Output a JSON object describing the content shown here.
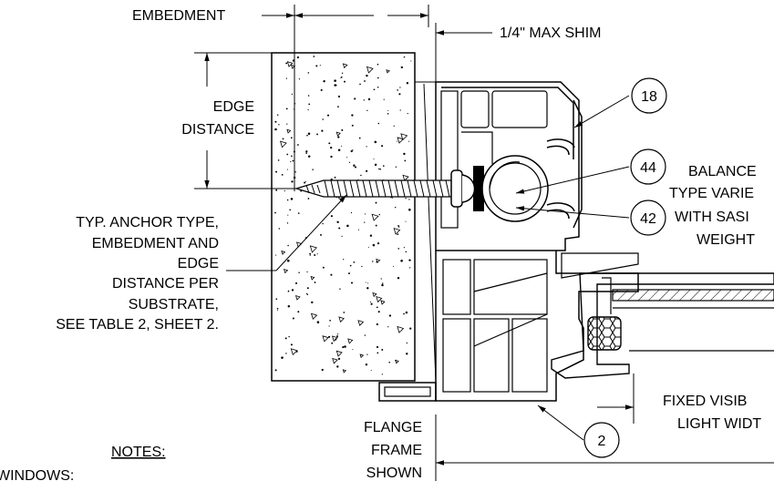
{
  "labels": {
    "embedment": "EMBEDMENT",
    "max_shim": "1/4\" MAX SHIM",
    "edge_1": "EDGE",
    "distance_1": "DISTANCE",
    "anchor_1": "TYP. ANCHOR TYPE,",
    "anchor_2": "EMBEDMENT AND",
    "anchor_3": "EDGE",
    "anchor_4": "DISTANCE PER",
    "anchor_5": "SUBSTRATE,",
    "anchor_6": "SEE TABLE 2, SHEET 2.",
    "balance_1": "BALANCE",
    "balance_2": "TYPE VARIE",
    "balance_3": "WITH SASI",
    "balance_4": "WEIGHT",
    "fixed_1": "FIXED VISIB",
    "fixed_2": "LIGHT WIDT",
    "flange_1": "FLANGE",
    "flange_2": "FRAME",
    "flange_3": "SHOWN",
    "notes": "NOTES:",
    "windows": "WINDOWS:"
  },
  "callouts": {
    "c18": "18",
    "c44": "44",
    "c42": "42",
    "c2": "2"
  }
}
